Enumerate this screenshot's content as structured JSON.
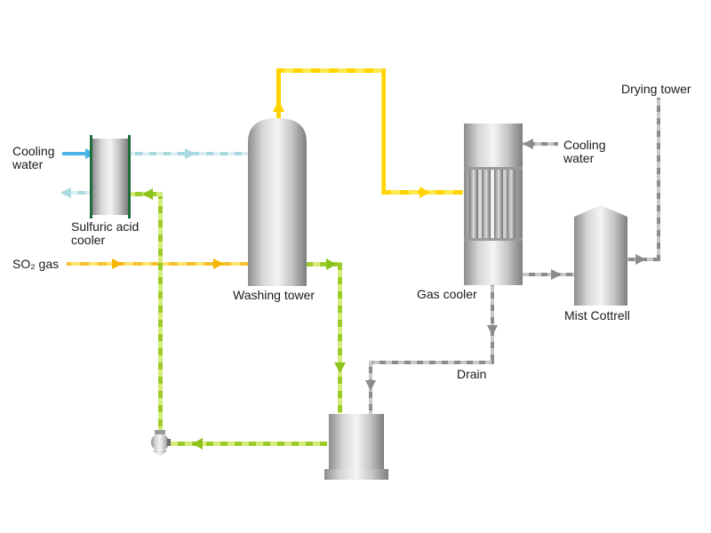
{
  "labels": {
    "cooling_water_left_1": "Cooling",
    "cooling_water_left_2": "water",
    "acid_cooler_1": "Sulfuric acid",
    "acid_cooler_2": "cooler",
    "so2_gas": "SO₂ gas",
    "washing_tower": "Washing tower",
    "gas_cooler": "Gas cooler",
    "cooling_water_right_1": "Cooling",
    "cooling_water_right_2": "water",
    "drying_tower": "Drying tower",
    "mist_cottrell": "Mist Cottrell",
    "drain": "Drain"
  },
  "colors": {
    "gas_yellow": "#ffd400",
    "acid_green": "#9ccc2a",
    "cooling_blue": "#9fd4dc",
    "cooling_blue_dark": "#4ab4e6",
    "process_gray": "#8c8c8c",
    "vessel_dark_green": "#1d6b3a"
  }
}
